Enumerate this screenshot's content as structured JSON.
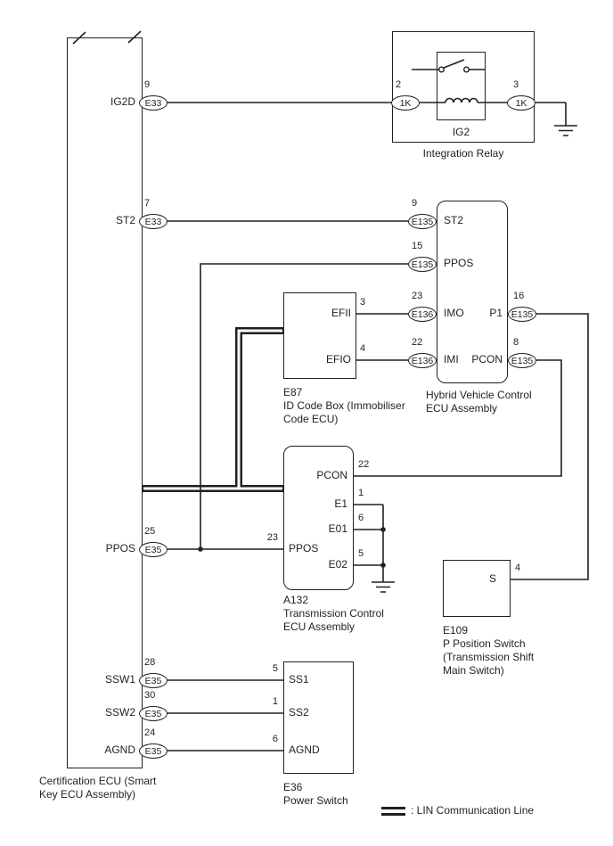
{
  "colors": {
    "line": "#231f20",
    "background": "#ffffff"
  },
  "cert": {
    "label1": "Certification ECU (Smart",
    "label2": "Key ECU Assembly)",
    "pins": [
      {
        "name": "IG2D",
        "num": "9",
        "conn": "E33"
      },
      {
        "name": "ST2",
        "num": "7",
        "conn": "E33"
      },
      {
        "name": "PPOS",
        "num": "25",
        "conn": "E35"
      },
      {
        "name": "SSW1",
        "num": "28",
        "conn": "E35"
      },
      {
        "name": "SSW2",
        "num": "30",
        "conn": "E35"
      },
      {
        "name": "AGND",
        "num": "24",
        "conn": "E35"
      }
    ]
  },
  "relay": {
    "title": "Integration Relay",
    "inner": "IG2",
    "pin_left_num": "2",
    "pin_left_conn": "1K",
    "pin_right_num": "3",
    "pin_right_conn": "1K"
  },
  "hybrid": {
    "label1": "Hybrid Vehicle Control",
    "label2": "ECU Assembly",
    "left_pins": [
      {
        "name": "ST2",
        "num": "9",
        "conn": "E135"
      },
      {
        "name": "PPOS",
        "num": "15",
        "conn": "E135"
      },
      {
        "name": "IMO",
        "num": "23",
        "conn": "E136"
      },
      {
        "name": "IMI",
        "num": "22",
        "conn": "E136"
      }
    ],
    "right_pins": [
      {
        "name": "P1",
        "num": "16",
        "conn": "E135"
      },
      {
        "name": "PCON",
        "num": "8",
        "conn": "E135"
      }
    ]
  },
  "idcode": {
    "code": "E87",
    "label1": "ID Code Box (Immobiliser",
    "label2": "Code ECU)",
    "pins": [
      {
        "name": "EFII",
        "num": "3"
      },
      {
        "name": "EFIO",
        "num": "4"
      }
    ]
  },
  "tcu": {
    "code": "A132",
    "label1": "Transmission Control",
    "label2": "ECU Assembly",
    "pcon": {
      "name": "PCON",
      "num": "22"
    },
    "e1": {
      "name": "E1",
      "num": "1"
    },
    "e01": {
      "name": "E01",
      "num": "6"
    },
    "e02": {
      "name": "E02",
      "num": "5"
    },
    "ppos": {
      "name": "PPOS",
      "num": "23"
    }
  },
  "pswitch": {
    "code": "E109",
    "inner": "S",
    "pin_num": "4",
    "label1": "P Position Switch",
    "label2": "(Transmission Shift",
    "label3": "Main Switch)"
  },
  "powerswitch": {
    "code": "E36",
    "label": "Power Switch",
    "pins": [
      {
        "name": "SS1",
        "num": "5"
      },
      {
        "name": "SS2",
        "num": "1"
      },
      {
        "name": "AGND",
        "num": "6"
      }
    ]
  },
  "legend": {
    "lin_label": ": LIN Communication Line"
  }
}
